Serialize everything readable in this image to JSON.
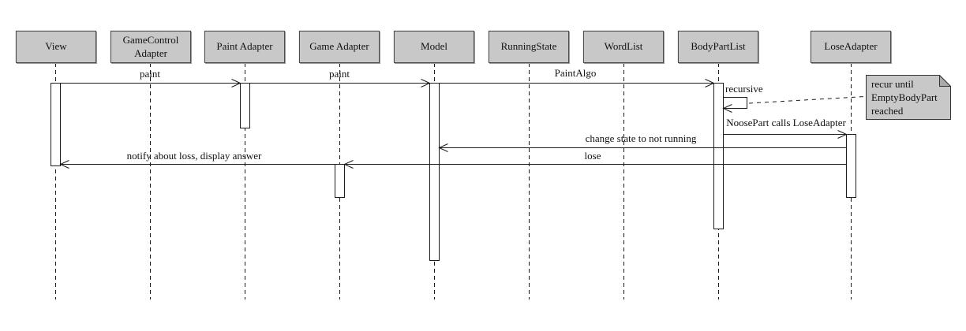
{
  "diagram": {
    "kind": "uml-sequence-diagram",
    "participants": [
      {
        "label": "View"
      },
      {
        "label": "GameControl Adapter"
      },
      {
        "label": "Paint Adapter"
      },
      {
        "label": "Game Adapter"
      },
      {
        "label": "Model"
      },
      {
        "label": "RunningState"
      },
      {
        "label": "WordList"
      },
      {
        "label": "BodyPartList"
      },
      {
        "label": "LoseAdapter"
      }
    ],
    "messages": [
      {
        "label": "paint",
        "from": "View",
        "to": "Paint Adapter"
      },
      {
        "label": "paint",
        "from": "Paint Adapter",
        "to": "Model"
      },
      {
        "label": "PaintAlgo",
        "from": "Model",
        "to": "BodyPartList"
      },
      {
        "label": "recursive",
        "from": "BodyPartList",
        "to": "BodyPartList"
      },
      {
        "label": "NoosePart calls LoseAdapter",
        "from": "BodyPartList",
        "to": "LoseAdapter"
      },
      {
        "label": "change state to not running",
        "from": "LoseAdapter",
        "to": "Model"
      },
      {
        "label": "lose",
        "from": "LoseAdapter",
        "to": "Game Adapter"
      },
      {
        "label": "notify about loss, display answer",
        "from": "Game Adapter",
        "to": "View"
      }
    ],
    "note": {
      "lines": [
        "recur until",
        "EmptyBodyPart",
        "reached"
      ]
    },
    "colors": {
      "background": "#ffffff",
      "box_fill": "#c8c8c8",
      "note_fill": "#c8c8c8",
      "line": "#1c1c1c"
    }
  }
}
